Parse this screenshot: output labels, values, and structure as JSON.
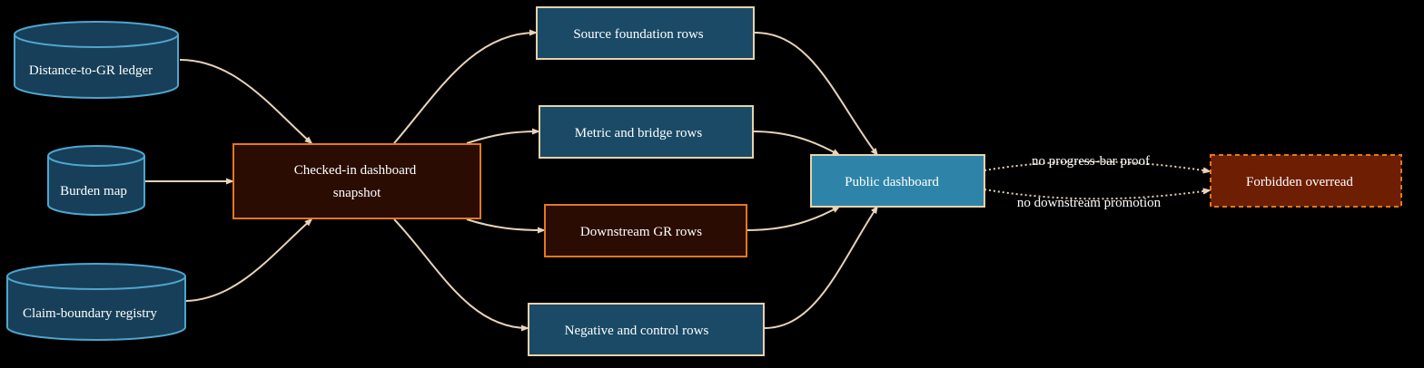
{
  "nodes": {
    "ledger": {
      "label": "Distance-to-GR ledger"
    },
    "burden": {
      "label": "Burden map"
    },
    "registry": {
      "label": "Claim-boundary registry"
    },
    "snapshot": {
      "line1": "Checked-in dashboard",
      "line2": "snapshot"
    },
    "source_rows": {
      "label": "Source foundation rows"
    },
    "metric_rows": {
      "label": "Metric and bridge rows"
    },
    "downstream_rows": {
      "label": "Downstream GR rows"
    },
    "negative_rows": {
      "label": "Negative and control rows"
    },
    "public_dashboard": {
      "label": "Public dashboard"
    },
    "forbidden": {
      "label": "Forbidden overread"
    }
  },
  "edge_labels": {
    "progress": "no progress-bar proof",
    "promotion": "no downstream promotion"
  },
  "colors": {
    "cylinder_fill": "#173f59",
    "cylinder_stroke": "#4fa6cf",
    "dark_box_fill": "#2a0c02",
    "orange_stroke": "#e3781e",
    "teal_box_fill": "#1a4a66",
    "cream_stroke": "#e8d2a8",
    "public_fill": "#2e84a8",
    "forbidden_fill": "#6e1e02",
    "edge": "#e8d2b8"
  }
}
